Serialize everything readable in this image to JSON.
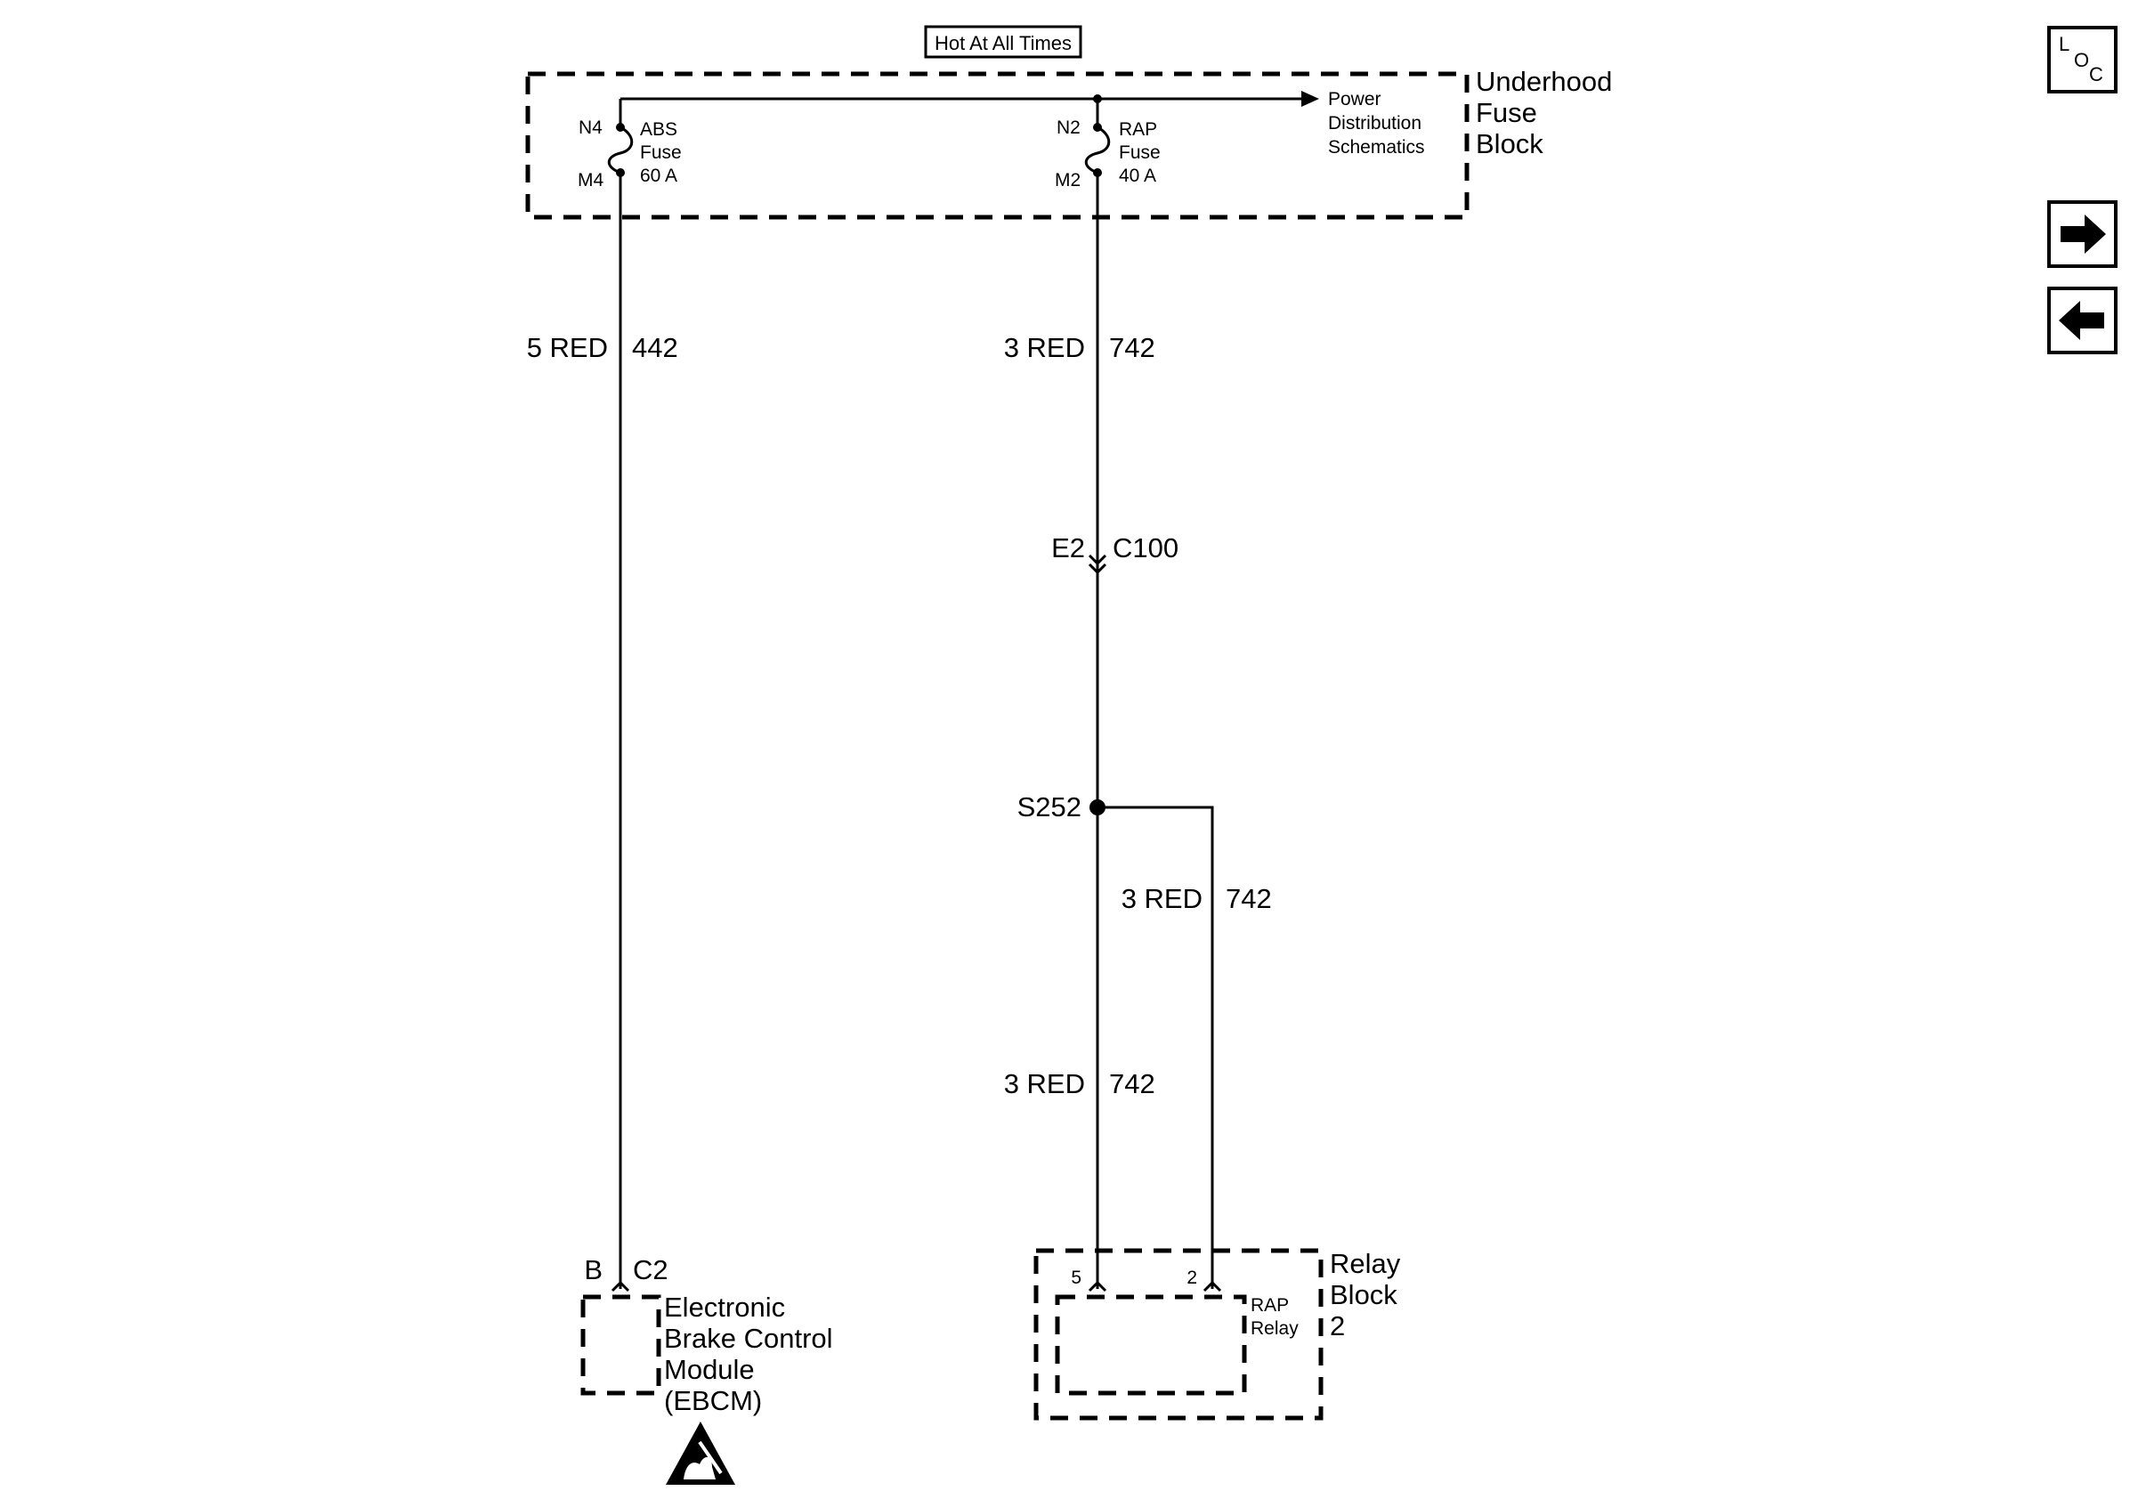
{
  "header": {
    "hot_label": "Hot At All Times"
  },
  "fuse_block": {
    "name_line1": "Underhood",
    "name_line2": "Fuse",
    "name_line3": "Block",
    "abs_fuse": {
      "in_terminal": "N4",
      "out_terminal": "M4",
      "line1": "ABS",
      "line2": "Fuse",
      "line3": "60 A"
    },
    "rap_fuse": {
      "in_terminal": "N2",
      "out_terminal": "M2",
      "line1": "RAP",
      "line2": "Fuse",
      "line3": "40 A"
    },
    "power_ref": {
      "line1": "Power",
      "line2": "Distribution",
      "line3": "Schematics"
    }
  },
  "wires": {
    "abs_feed": {
      "size_color": "5 RED",
      "circuit": "442"
    },
    "rap_feed": {
      "size_color": "3 RED",
      "circuit": "742"
    },
    "rap_branch": {
      "size_color": "3 RED",
      "circuit": "742"
    },
    "rap_relay_feed": {
      "size_color": "3 RED",
      "circuit": "742"
    }
  },
  "connector_c100": {
    "pin": "E2",
    "name": "C100"
  },
  "splice": {
    "name": "S252"
  },
  "ebcm": {
    "pin": "B",
    "connector": "C2",
    "line1": "Electronic",
    "line2": "Brake Control",
    "line3": "Module",
    "line4": "(EBCM)",
    "esd_icon": "esd-sensitive-icon"
  },
  "relay_block": {
    "line1": "Relay",
    "line2": "Block",
    "line3": "2",
    "pin_a": "5",
    "pin_b": "2",
    "relay_line1": "RAP",
    "relay_line2": "Relay"
  },
  "nav": {
    "loc": {
      "l": "L",
      "o": "O",
      "c": "C",
      "icon": "location-icon"
    },
    "next_icon": "arrow-right-icon",
    "prev_icon": "arrow-left-icon"
  }
}
